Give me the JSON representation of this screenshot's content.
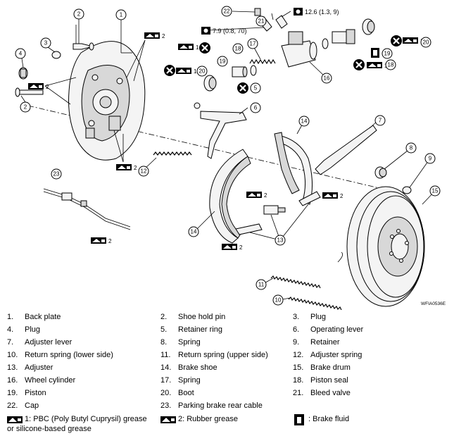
{
  "figure_id": "WFIA0536E",
  "torque_specs": {
    "bleed_valve": "12.6 (1.3, 9)",
    "wheel_cylinder": "7.9 (0.8, 70)"
  },
  "callouts": {
    "c1": "1",
    "c2a": "2",
    "c2b": "2",
    "c3": "3",
    "c4": "4",
    "c5": "5",
    "c6": "6",
    "c7": "7",
    "c8": "8",
    "c9": "9",
    "c10": "10",
    "c11": "11",
    "c12": "12",
    "c13": "13",
    "c14a": "14",
    "c14b": "14",
    "c15": "15",
    "c16": "16",
    "c17": "17",
    "c18a": "18",
    "c18b": "18",
    "c19a": "19",
    "c19b": "19",
    "c20a": "20",
    "c20b": "20",
    "c21": "21",
    "c22": "22",
    "c23": "23"
  },
  "grease_marks": {
    "g1": "2",
    "g2": "2",
    "g3": "2",
    "g4": "2",
    "g5": "2",
    "g6": "2",
    "g7": "2",
    "g8": "2",
    "g9": "1",
    "g10": "1",
    "g11": "1",
    "g12": "1",
    "g13": "1",
    "g14": "1"
  },
  "legend": {
    "rows": [
      [
        {
          "num": "1.",
          "label": "Back plate"
        },
        {
          "num": "2.",
          "label": "Shoe hold pin"
        },
        {
          "num": "3.",
          "label": "Plug"
        }
      ],
      [
        {
          "num": "4.",
          "label": "Plug"
        },
        {
          "num": "5.",
          "label": "Retainer ring"
        },
        {
          "num": "6.",
          "label": "Operating lever"
        }
      ],
      [
        {
          "num": "7.",
          "label": "Adjuster lever"
        },
        {
          "num": "8.",
          "label": "Spring"
        },
        {
          "num": "9.",
          "label": "Retainer"
        }
      ],
      [
        {
          "num": "10.",
          "label": "Return spring (lower side)"
        },
        {
          "num": "11.",
          "label": "Return spring (upper side)"
        },
        {
          "num": "12.",
          "label": "Adjuster spring"
        }
      ],
      [
        {
          "num": "13.",
          "label": "Adjuster"
        },
        {
          "num": "14.",
          "label": "Brake shoe"
        },
        {
          "num": "15.",
          "label": "Brake drum"
        }
      ],
      [
        {
          "num": "16.",
          "label": "Wheel cylinder"
        },
        {
          "num": "17.",
          "label": "Spring"
        },
        {
          "num": "18.",
          "label": "Piston seal"
        }
      ],
      [
        {
          "num": "19.",
          "label": "Piston"
        },
        {
          "num": "20.",
          "label": "Boot"
        },
        {
          "num": "21.",
          "label": "Bleed valve"
        }
      ],
      [
        {
          "num": "22.",
          "label": "Cap"
        },
        {
          "num": "23.",
          "label": "Parking brake rear cable"
        },
        {
          "num": "",
          "label": ""
        }
      ]
    ],
    "pbc_grease_line1": "1: PBC (Poly Butyl Cuprysil) grease",
    "pbc_grease_line2": "or silicone-based grease",
    "rubber_grease": "2: Rubber grease",
    "brake_fluid": ": Brake fluid"
  }
}
